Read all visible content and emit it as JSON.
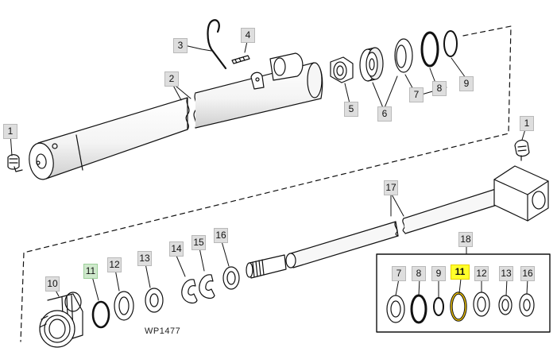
{
  "drawing_code": "WP1477",
  "callouts": [
    {
      "id": "c-1a",
      "label": "1",
      "style": "gray"
    },
    {
      "id": "c-1b",
      "label": "1",
      "style": "gray"
    },
    {
      "id": "c-2",
      "label": "2",
      "style": "gray"
    },
    {
      "id": "c-3",
      "label": "3",
      "style": "gray"
    },
    {
      "id": "c-4",
      "label": "4",
      "style": "gray"
    },
    {
      "id": "c-5",
      "label": "5",
      "style": "gray"
    },
    {
      "id": "c-6",
      "label": "6",
      "style": "gray"
    },
    {
      "id": "c-7a",
      "label": "7",
      "style": "gray"
    },
    {
      "id": "c-8a",
      "label": "8",
      "style": "gray"
    },
    {
      "id": "c-9a",
      "label": "9",
      "style": "gray"
    },
    {
      "id": "c-10",
      "label": "10",
      "style": "gray"
    },
    {
      "id": "c-11a",
      "label": "11",
      "style": "green"
    },
    {
      "id": "c-12a",
      "label": "12",
      "style": "gray"
    },
    {
      "id": "c-13a",
      "label": "13",
      "style": "gray"
    },
    {
      "id": "c-14",
      "label": "14",
      "style": "gray"
    },
    {
      "id": "c-15",
      "label": "15",
      "style": "gray"
    },
    {
      "id": "c-16a",
      "label": "16",
      "style": "gray"
    },
    {
      "id": "c-17",
      "label": "17",
      "style": "gray"
    },
    {
      "id": "c-18",
      "label": "18",
      "style": "gray"
    },
    {
      "id": "c-7b",
      "label": "7",
      "style": "gray"
    },
    {
      "id": "c-8b",
      "label": "8",
      "style": "gray"
    },
    {
      "id": "c-9b",
      "label": "9",
      "style": "gray"
    },
    {
      "id": "c-11b",
      "label": "11",
      "style": "yellow"
    },
    {
      "id": "c-12b",
      "label": "12",
      "style": "gray"
    },
    {
      "id": "c-13b",
      "label": "13",
      "style": "gray"
    },
    {
      "id": "c-16b",
      "label": "16",
      "style": "gray"
    }
  ],
  "colors": {
    "line": "#111111",
    "highlight": "#ffff2a",
    "highlight_part": "#f2c400",
    "green_tag": "#cfe9cc",
    "gray_tag": "#dedede"
  }
}
